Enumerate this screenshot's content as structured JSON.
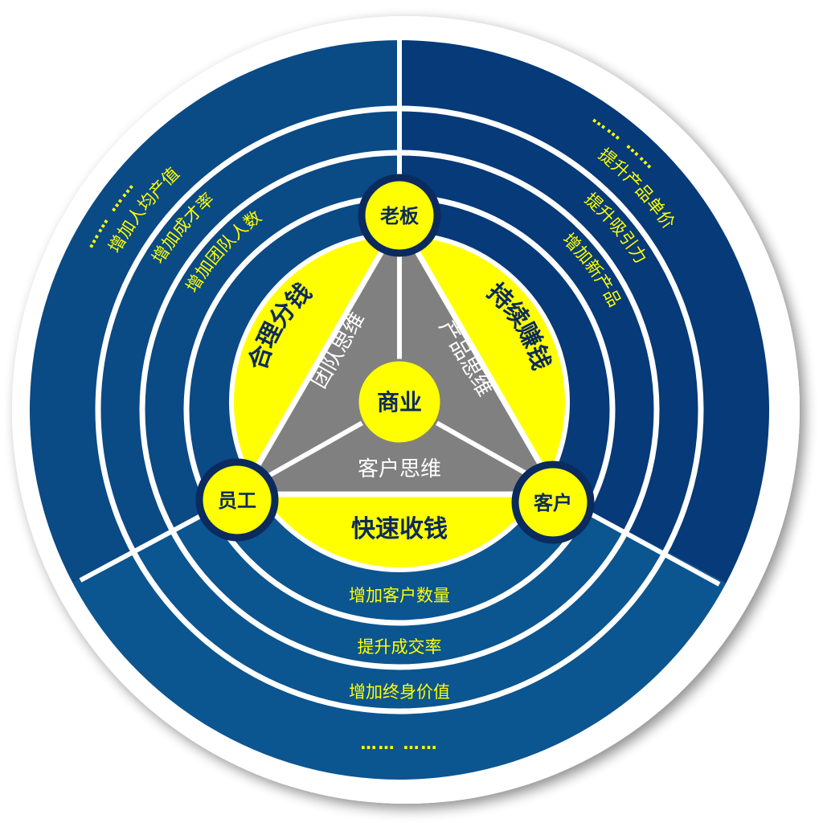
{
  "colors": {
    "left_sector": "#0a4a85",
    "right_sector": "#063a78",
    "bottom_sector": "#0b5590",
    "yellow": "#ffff00",
    "grey": "#808080",
    "navy_text": "#0b2a5e"
  },
  "center": "商业",
  "nodes": {
    "top": "老板",
    "left": "员工",
    "right": "客户"
  },
  "yellow_ring": {
    "left": "合理分钱",
    "right": "持续赚钱",
    "bottom": "快速收钱"
  },
  "triangle": {
    "left": "团队思维",
    "right": "产品思维",
    "bottom": "客户思维"
  },
  "left_rings": [
    "增加团队人数",
    "增加成才率",
    "增加人均产值",
    "…… ……"
  ],
  "right_rings": [
    "增加新产品",
    "提升吸引力",
    "提升产品单价",
    "…… ……"
  ],
  "bottom_rings": [
    "增加客户数量",
    "提升成交率",
    "增加终身价值",
    "…… ……"
  ]
}
